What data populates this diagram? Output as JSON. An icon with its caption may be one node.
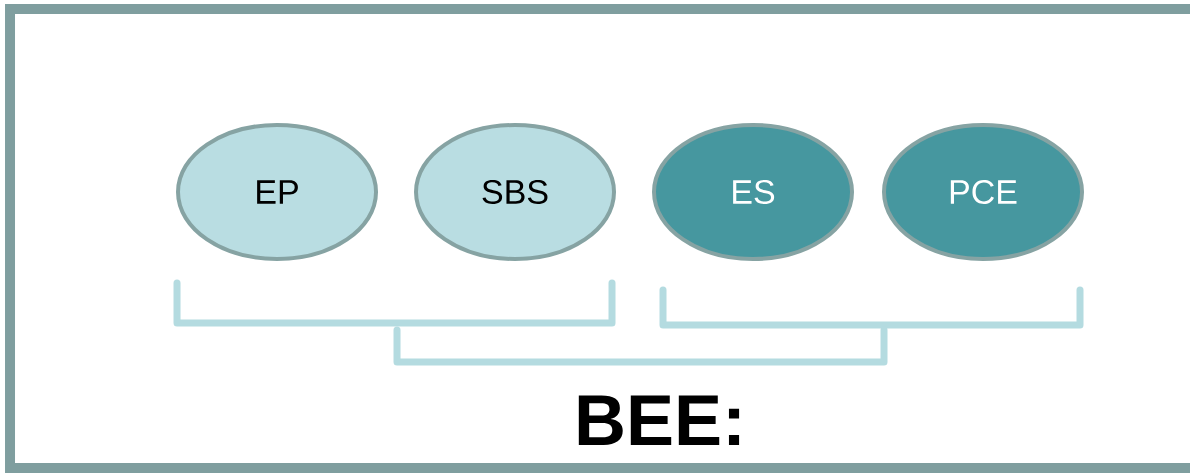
{
  "diagram": {
    "nodes": [
      {
        "text": [
          "EP"
        ]
      },
      {
        "text": [
          "SBS"
        ]
      },
      {
        "text": [
          "ES"
        ]
      },
      {
        "text": [
          "PCE"
        ]
      }
    ],
    "labels": [
      "BEE:"
    ]
  }
}
